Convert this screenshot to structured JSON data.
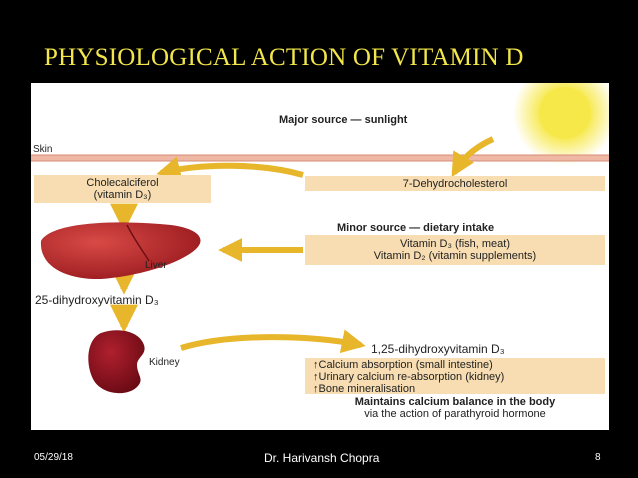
{
  "slide": {
    "title": "PHYSIOLOGICAL ACTION OF VITAMIN D",
    "date": "05/29/18",
    "author": "Dr. Harivansh Chopra",
    "page_number": "8"
  },
  "diagram": {
    "major_source": "Major source — sunlight",
    "skin": "Skin",
    "cholecalciferol": [
      "Cholecalciferol",
      "(vitamin D₃)"
    ],
    "dehydrocholesterol": "7-Dehydrocholesterol",
    "minor_source": "Minor source — dietary intake",
    "dietary": [
      "Vitamin D₃ (fish, meat)",
      "Vitamin D₂ (vitamin supplements)"
    ],
    "liver": "Liver",
    "dihydroxy25": "25-dihydroxyvitamin D₃",
    "kidney": "Kidney",
    "dihydroxy125": "1,25-dihydroxyvitamin D₃",
    "effects": [
      "↑Calcium absorption (small intestine)",
      "↑Urinary calcium re-absorption (kidney)",
      "↑Bone mineralisation"
    ],
    "maintains": "Maintains calcium balance in the body",
    "via": "via the action of parathyroid hormone"
  },
  "colors": {
    "background": "#000000",
    "title": "#f2e64a",
    "box_fill": "#f7ddb1",
    "arrow": "#e8b62a",
    "liver": "#b8252a",
    "kidney": "#8a0f1c",
    "sun": "#f7e84a"
  }
}
